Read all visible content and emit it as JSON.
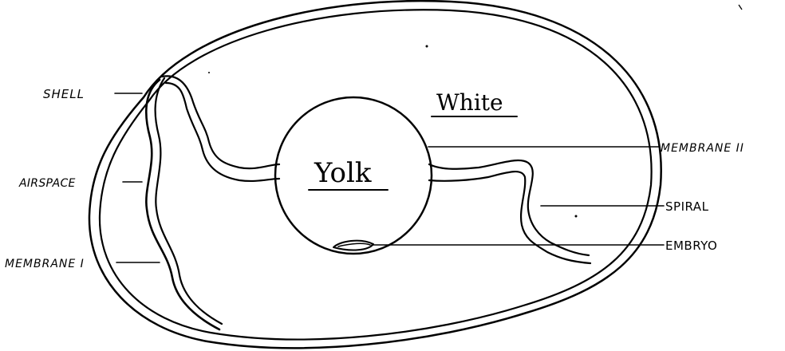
{
  "diagram": {
    "regions": {
      "yolk": "Yolk",
      "white": "White"
    },
    "labels": {
      "shell": "SHELL",
      "airspace": "AIRSPACE",
      "membrane_1": "MEMBRANE I",
      "membrane_2": "MEMBRANE II",
      "spiral": "SPIRAL",
      "embryo": "EMBRYO"
    }
  }
}
